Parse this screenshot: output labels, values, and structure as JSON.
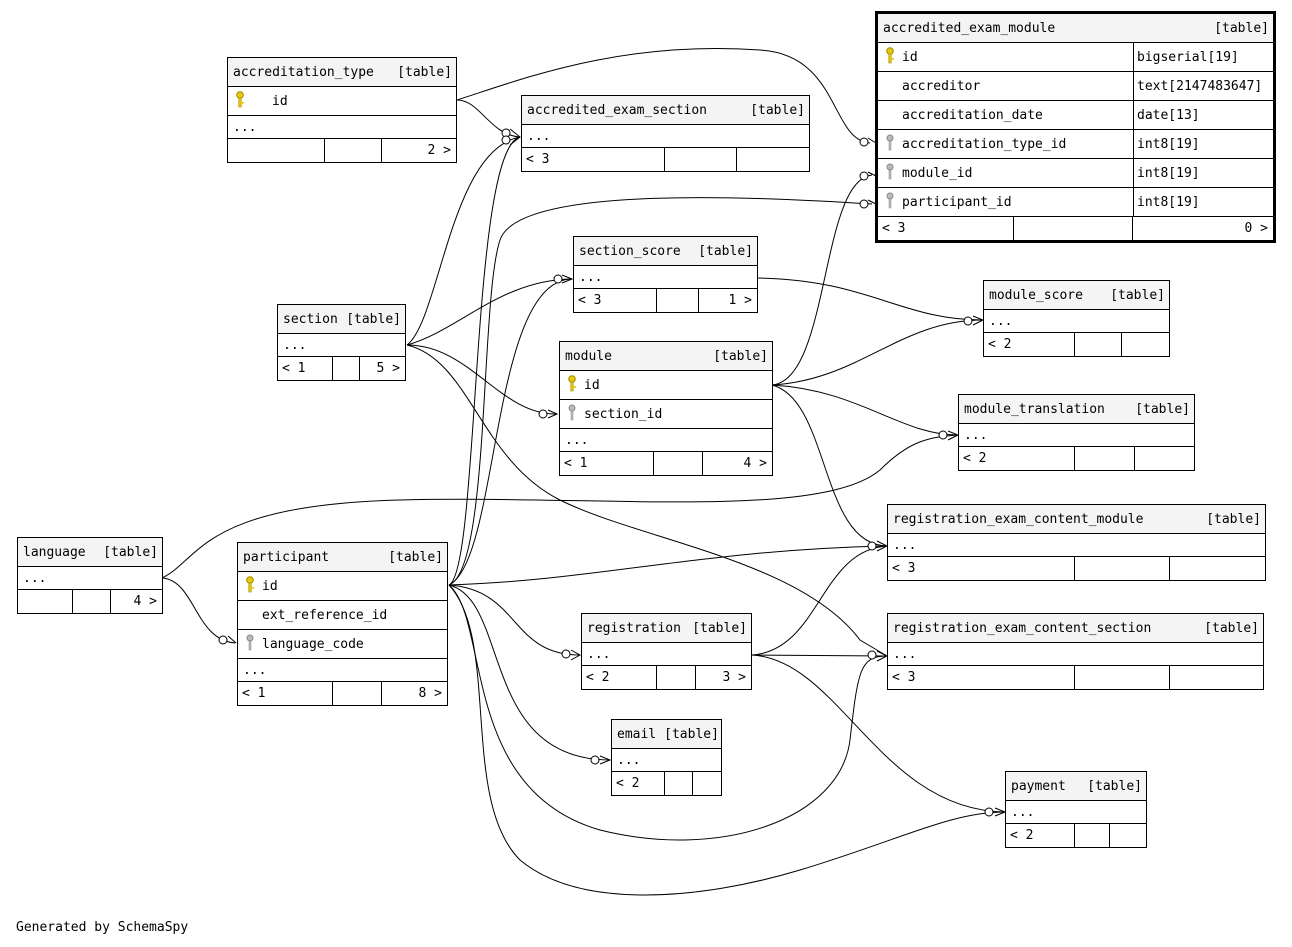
{
  "footer_text": "Generated by SchemaSpy",
  "colors": {
    "pk_key": "#e8c800",
    "fk_key": "#999999",
    "line": "#000000",
    "header_bg": "#f4f4f4"
  },
  "tables": {
    "accreditation_type": {
      "name": "accreditation_type",
      "tag": "[table]",
      "col_id": "id",
      "ellipsis": "...",
      "children": "2 >"
    },
    "accredited_exam_section": {
      "name": "accredited_exam_section",
      "tag": "[table]",
      "ellipsis": "...",
      "parents": "< 3"
    },
    "accredited_exam_module": {
      "name": "accredited_exam_module",
      "tag": "[table]",
      "columns": [
        {
          "name": "id",
          "type": "bigserial[19]",
          "key": "pk-key-icon"
        },
        {
          "name": "accreditor",
          "type": "text[2147483647]",
          "key": ""
        },
        {
          "name": "accreditation_date",
          "type": "date[13]",
          "key": ""
        },
        {
          "name": "accreditation_type_id",
          "type": "int8[19]",
          "key": "fk-key-icon"
        },
        {
          "name": "module_id",
          "type": "int8[19]",
          "key": "fk-key-icon"
        },
        {
          "name": "participant_id",
          "type": "int8[19]",
          "key": "fk-key-icon"
        }
      ],
      "parents": "< 3",
      "children": "0 >"
    },
    "section_score": {
      "name": "section_score",
      "tag": "[table]",
      "ellipsis": "...",
      "parents": "< 3",
      "children": "1 >"
    },
    "section": {
      "name": "section",
      "tag": "[table]",
      "ellipsis": "...",
      "parents": "< 1",
      "children": "5 >"
    },
    "module_score": {
      "name": "module_score",
      "tag": "[table]",
      "ellipsis": "...",
      "parents": "< 2"
    },
    "module": {
      "name": "module",
      "tag": "[table]",
      "col_id": "id",
      "col_section": "section_id",
      "ellipsis": "...",
      "parents": "< 1",
      "children": "4 >"
    },
    "module_translation": {
      "name": "module_translation",
      "tag": "[table]",
      "ellipsis": "...",
      "parents": "< 2"
    },
    "registration_exam_content_module": {
      "name": "registration_exam_content_module",
      "tag": "[table]",
      "ellipsis": "...",
      "parents": "< 3"
    },
    "language": {
      "name": "language",
      "tag": "[table]",
      "ellipsis": "...",
      "children": "4 >"
    },
    "participant": {
      "name": "participant",
      "tag": "[table]",
      "col_id": "id",
      "col_ext": "ext_reference_id",
      "col_lang": "language_code",
      "ellipsis": "...",
      "parents": "< 1",
      "children": "8 >"
    },
    "registration": {
      "name": "registration",
      "tag": "[table]",
      "ellipsis": "...",
      "parents": "< 2",
      "children": "3 >"
    },
    "registration_exam_content_section": {
      "name": "registration_exam_content_section",
      "tag": "[table]",
      "ellipsis": "...",
      "parents": "< 3"
    },
    "email": {
      "name": "email",
      "tag": "[table]",
      "ellipsis": "...",
      "parents": "< 2"
    },
    "payment": {
      "name": "payment",
      "tag": "[table]",
      "ellipsis": "...",
      "parents": "< 2"
    }
  }
}
